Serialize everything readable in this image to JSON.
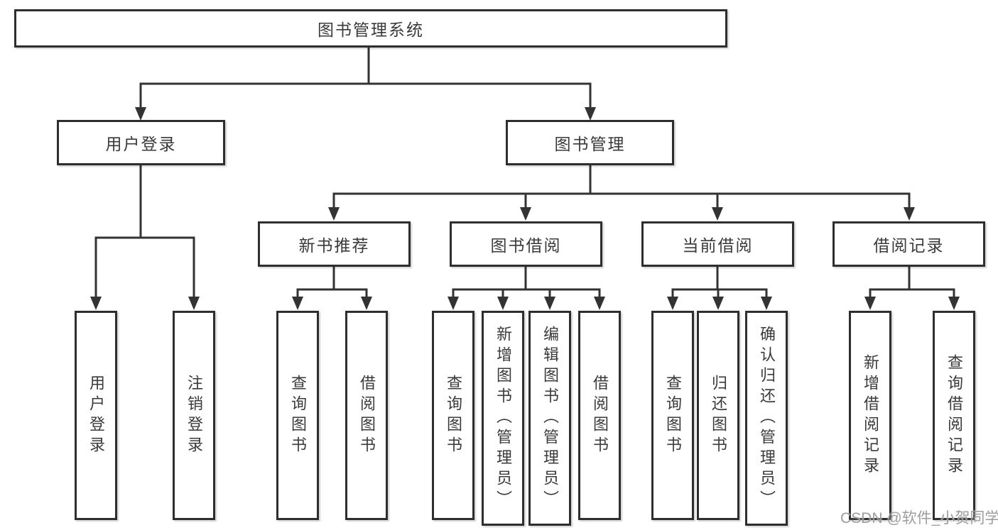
{
  "diagram": {
    "title": "图书管理系统",
    "level2": {
      "user_login": "用户登录",
      "book_mgmt": "图书管理"
    },
    "level3": {
      "new_books": "新书推荐",
      "book_borrow": "图书借阅",
      "current_borrow": "当前借阅",
      "borrow_records": "借阅记录"
    },
    "leaves": {
      "user_login_1": "用户登录",
      "user_login_2": "注销登录",
      "new_books_1": "查询图书",
      "new_books_2": "借阅图书",
      "book_borrow_1": "查询图书",
      "book_borrow_2": "新增图书（管理员）",
      "book_borrow_3": "编辑图书（管理员）",
      "book_borrow_4": "借阅图书",
      "current_1": "查询图书",
      "current_2": "归还图书",
      "current_3": "确认归还（管理员）",
      "records_1": "新增借阅记录",
      "records_2": "查询借阅记录"
    },
    "watermark": "CSDN @软件_小贺同学",
    "colors": {
      "line": "#333333",
      "box_border": "#2e2e2e",
      "text": "#3a3a3a",
      "watermark": "#949494",
      "background": "#ffffff"
    }
  }
}
